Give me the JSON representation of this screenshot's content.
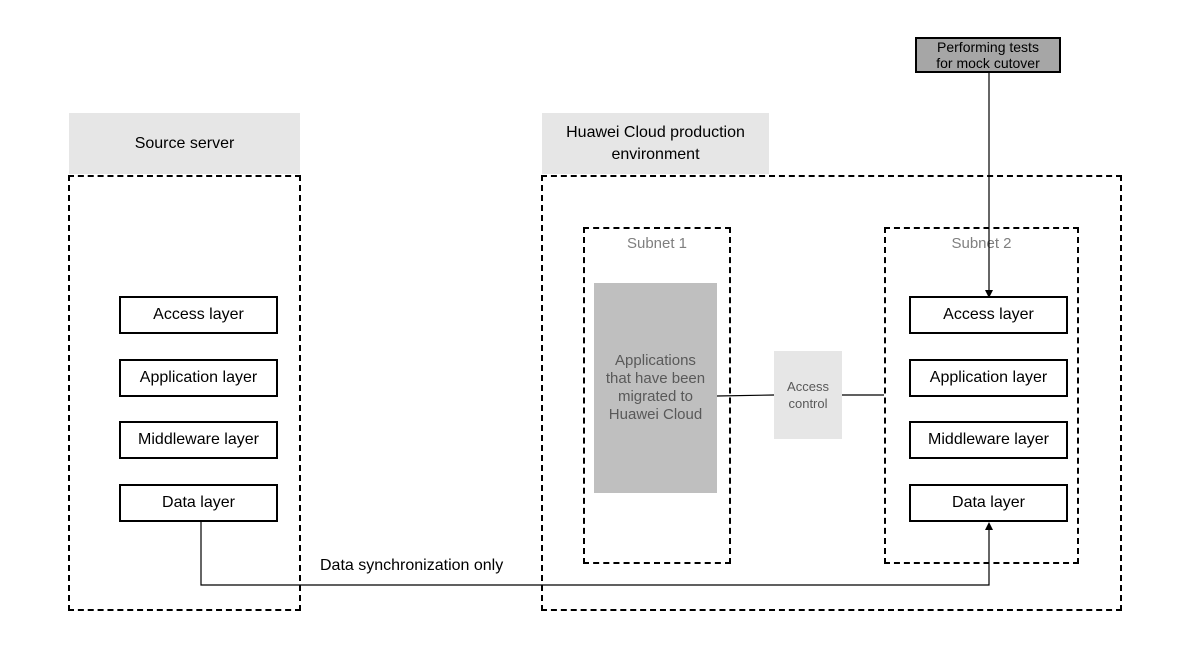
{
  "source_server": {
    "title": "Source server",
    "layers": [
      "Access layer",
      "Application layer",
      "Middleware layer",
      "Data layer"
    ]
  },
  "cloud_env": {
    "title": "Huawei Cloud production\nenvironment",
    "subnet1": {
      "label": "Subnet 1",
      "apps_label": "Applications\nthat have been\nmigrated to\nHuawei Cloud"
    },
    "access_control": "Access\ncontrol",
    "subnet2": {
      "label": "Subnet 2",
      "layers": [
        "Access layer",
        "Application layer",
        "Middleware layer",
        "Data layer"
      ]
    }
  },
  "tests_box": "Performing tests\nfor mock cutover",
  "sync_label": "Data synchronization only",
  "colors": {
    "header_bg": "#e6e6e6",
    "apps_bg": "#bfbfbf",
    "tests_bg": "#a6a6a6",
    "subnet_label": "#7f7f7f"
  }
}
